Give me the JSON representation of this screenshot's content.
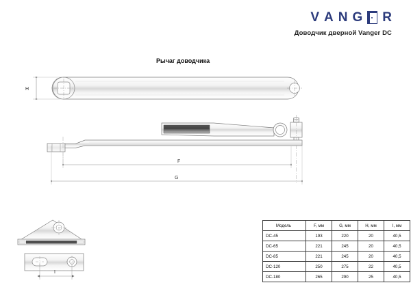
{
  "page": {
    "background_color": "#ffffff",
    "line_color": "#6b6b6b",
    "accent_color": "#2c3b7c"
  },
  "header": {
    "logo_letters": [
      "V",
      "A",
      "N",
      "G"
    ],
    "logo_door_icon": "door-glyph",
    "logo_letters_after": [
      "R"
    ],
    "logo_full_text": "VANGER",
    "subtitle": "Доводчик дверной Vanger DC"
  },
  "drawing": {
    "title": "Рычаг доводчика",
    "dimension_labels": {
      "h": "H",
      "f": "F",
      "g": "G",
      "i": "I"
    },
    "views": [
      {
        "name": "top-view-arm",
        "label": ""
      },
      {
        "name": "side-view-arm-upper",
        "label": ""
      },
      {
        "name": "side-view-arm-lower",
        "label": ""
      },
      {
        "name": "bracket-triangle-view",
        "label": ""
      },
      {
        "name": "bracket-plate-view",
        "label": ""
      }
    ]
  },
  "spec_table": {
    "headers": [
      "Модель",
      "F, мм",
      "G, мм",
      "H, мм",
      "I, мм"
    ],
    "rows": [
      {
        "model": "DC-45",
        "f": "193",
        "g": "220",
        "h": "20",
        "i": "40,5"
      },
      {
        "model": "DC-65",
        "f": "221",
        "g": "245",
        "h": "20",
        "i": "40,5"
      },
      {
        "model": "DC-85",
        "f": "221",
        "g": "245",
        "h": "20",
        "i": "40,5"
      },
      {
        "model": "DC-120",
        "f": "250",
        "g": "275",
        "h": "22",
        "i": "40,5"
      },
      {
        "model": "DC-180",
        "f": "265",
        "g": "290",
        "h": "25",
        "i": "40,5"
      }
    ]
  }
}
